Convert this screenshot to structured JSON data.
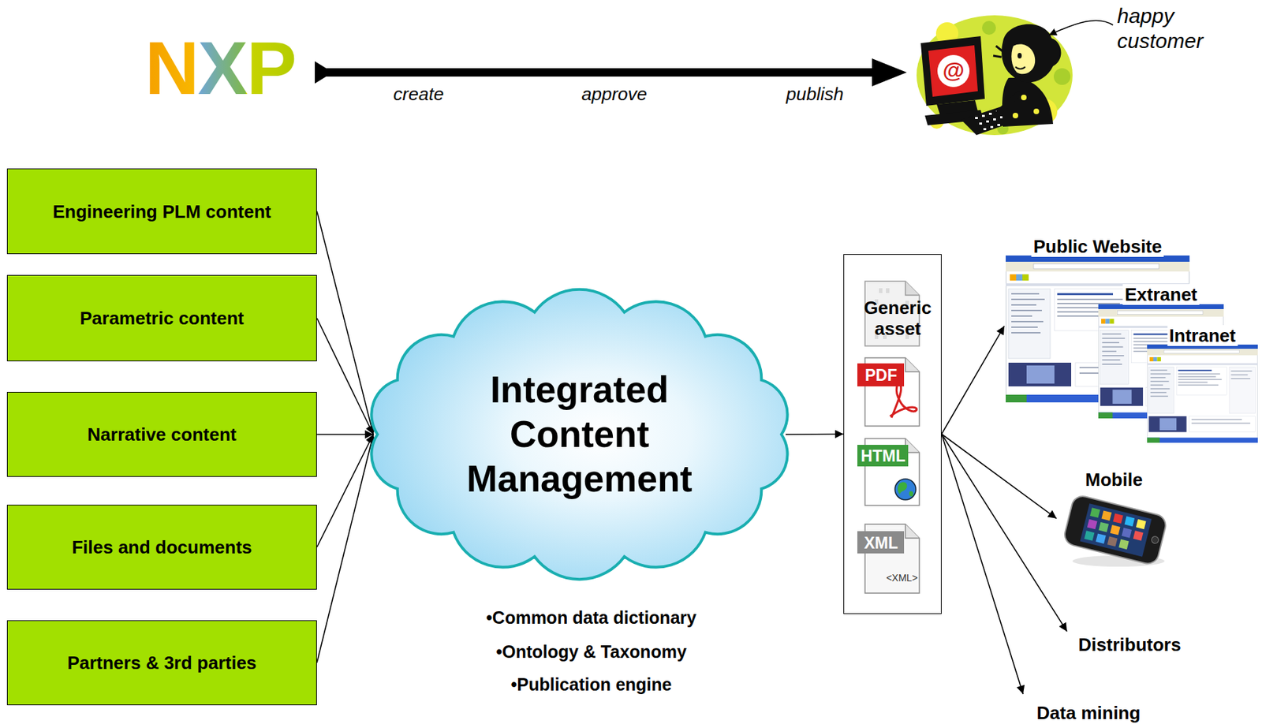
{
  "diagram": {
    "nodes": [
      {
        "text": [
          "Engineering PLM content"
        ]
      },
      {
        "text": [
          "Parametric content"
        ]
      },
      {
        "text": [
          "Narrative content"
        ]
      },
      {
        "text": [
          "Files and documents"
        ]
      },
      {
        "text": [
          "Partners & 3rd parties"
        ]
      },
      {
        "text": [
          "Integrated Content Management"
        ]
      },
      {
        "text": [
          "Generic asset",
          "PDF",
          "HTML",
          "XML",
          "<XML>"
        ]
      },
      {
        "text": [
          "Public Website"
        ]
      },
      {
        "text": [
          "Extranet"
        ]
      },
      {
        "text": [
          "Intranet"
        ]
      },
      {
        "text": [
          "Mobile"
        ]
      },
      {
        "text": [
          "Distributors"
        ]
      },
      {
        "text": [
          "Data mining"
        ]
      }
    ],
    "edges": [
      {
        "from": 0,
        "to": 5,
        "arrow": "to"
      },
      {
        "from": 1,
        "to": 5,
        "arrow": "to"
      },
      {
        "from": 2,
        "to": 5,
        "arrow": "to"
      },
      {
        "from": 3,
        "to": 5,
        "arrow": "to"
      },
      {
        "from": 4,
        "to": 5,
        "arrow": "to"
      },
      {
        "from": 5,
        "to": 6,
        "arrow": "to"
      },
      {
        "from": 6,
        "to": 7,
        "arrow": "to"
      },
      {
        "from": 6,
        "to": 10,
        "arrow": "to"
      },
      {
        "from": 6,
        "to": 11,
        "arrow": "to"
      },
      {
        "from": 6,
        "to": 12,
        "arrow": "to"
      }
    ],
    "labels": [
      "NXP",
      "create",
      "approve",
      "publish",
      "happy customer",
      "@",
      "•Common data dictionary",
      "•Ontology & Taxonomy",
      "•Publication engine"
    ]
  }
}
